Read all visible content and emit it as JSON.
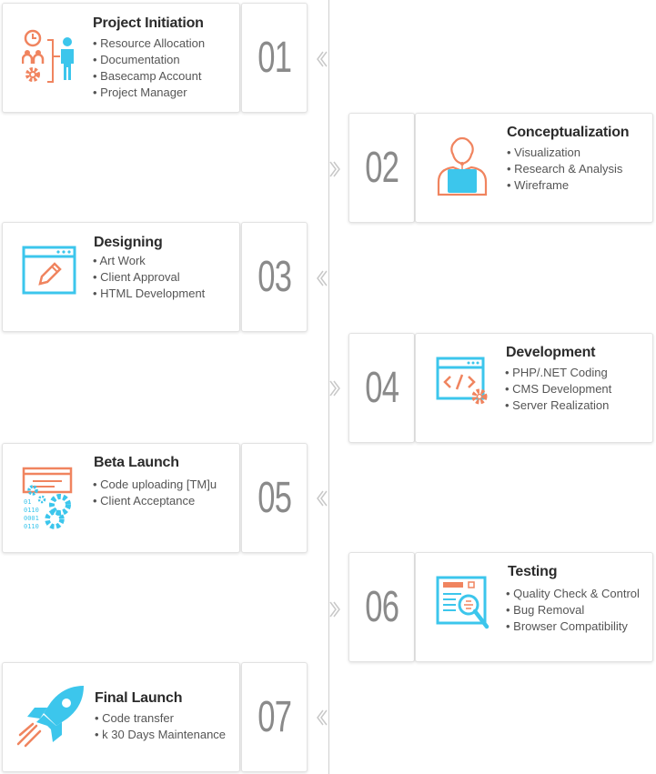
{
  "colors": {
    "accent_orange": "#f0845f",
    "accent_blue": "#3cc6ec",
    "number_gray": "#8a8a8a",
    "line_gray": "#cfcfcf"
  },
  "steps": [
    {
      "number": "01",
      "title": "Project Initiation",
      "items": [
        "Resource Allocation",
        "Documentation",
        "Basecamp Account",
        "Project Manager"
      ],
      "icon": "team-manager-icon"
    },
    {
      "number": "02",
      "title": "Conceptualization",
      "items": [
        "Visualization",
        "Research & Analysis",
        "Wireframe"
      ],
      "icon": "person-laptop-icon"
    },
    {
      "number": "03",
      "title": "Designing",
      "items": [
        "Art Work",
        "Client Approval",
        "HTML Development"
      ],
      "icon": "browser-pencil-icon"
    },
    {
      "number": "04",
      "title": "Development",
      "items": [
        "PHP/.NET Coding",
        "CMS Development",
        "Server Realization"
      ],
      "icon": "browser-code-gear-icon"
    },
    {
      "number": "05",
      "title": "Beta Launch",
      "items": [
        "Code uploading [TM]u",
        "Client Acceptance"
      ],
      "icon": "binary-gears-icon"
    },
    {
      "number": "06",
      "title": "Testing",
      "items": [
        "Quality Check & Control",
        "Bug Removal",
        "Browser Compatibility"
      ],
      "icon": "browser-magnifier-icon"
    },
    {
      "number": "07",
      "title": "Final Launch",
      "items": [
        "Code transfer",
        "k 30 Days Maintenance"
      ],
      "icon": "rocket-icon"
    }
  ]
}
